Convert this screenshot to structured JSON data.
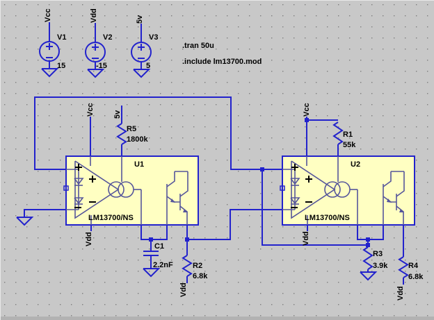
{
  "canvas": {
    "background": "#c8c8c8",
    "grid_dot_color": "#7e7e7e",
    "wire_color": "#2222cc",
    "ic_fill": "#ffffc2",
    "text_color": "#000000"
  },
  "directives": [
    ".tran 50u",
    ".include lm13700.mod"
  ],
  "sources": [
    {
      "ref": "V1",
      "value": "15",
      "flag": "Vcc"
    },
    {
      "ref": "V2",
      "value": "-15",
      "flag": "Vdd"
    },
    {
      "ref": "V3",
      "value": "5",
      "flag": "5v"
    }
  ],
  "ics": [
    {
      "ref": "U1",
      "model": "LM13700/NS",
      "top_flag": "Vcc",
      "bottom_flag": "Vdd"
    },
    {
      "ref": "U2",
      "model": "LM13700/NS",
      "top_flag": "Vcc",
      "bottom_flag": "Vdd"
    }
  ],
  "resistors": [
    {
      "ref": "R5",
      "value": "1800k",
      "top_flag": "5v"
    },
    {
      "ref": "R1",
      "value": "55k"
    },
    {
      "ref": "R2",
      "value": "6.8k",
      "bottom_flag": "Vdd"
    },
    {
      "ref": "R3",
      "value": "3.9k"
    },
    {
      "ref": "R4",
      "value": "6.8k",
      "bottom_flag": "Vdd"
    }
  ],
  "capacitors": [
    {
      "ref": "C1",
      "value": "2.2nF"
    }
  ]
}
